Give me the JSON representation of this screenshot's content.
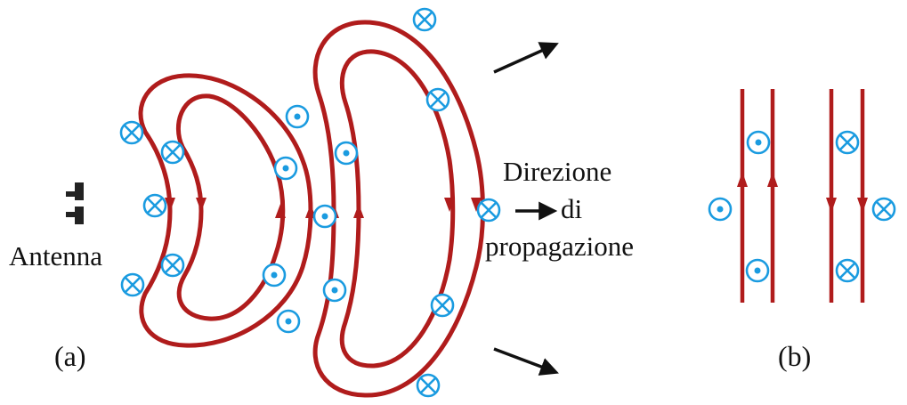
{
  "labels": {
    "antenna": "Antenna",
    "direction_line1": "Direzione",
    "direction_line2": "di",
    "direction_line3": "propagazione",
    "panel_a": "(a)",
    "panel_b": "(b)"
  },
  "colors": {
    "electric_field": "#b01c1c",
    "magnetic_field": "#1a9be0",
    "text": "#111111"
  },
  "symbols": {
    "into_page": "into-page-icon",
    "out_of_page": "out-of-page-icon"
  }
}
